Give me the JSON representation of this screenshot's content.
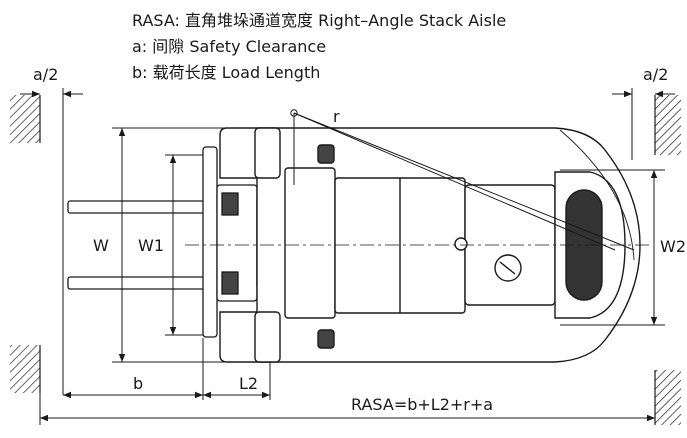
{
  "legend": {
    "rasa": "RASA: 直角堆垛通道宽度 Right–Angle Stack Aisle",
    "a": "a: 间隙 Safety Clearance",
    "b": "b: 载荷长度 Load Length"
  },
  "labels": {
    "a_half_left": "a/2",
    "a_half_right": "a/2",
    "r": "r",
    "w": "W",
    "w1": "W1",
    "w2": "W2",
    "b": "b",
    "l2": "L2",
    "rasa_formula": "RASA=b+L2+r+a"
  }
}
